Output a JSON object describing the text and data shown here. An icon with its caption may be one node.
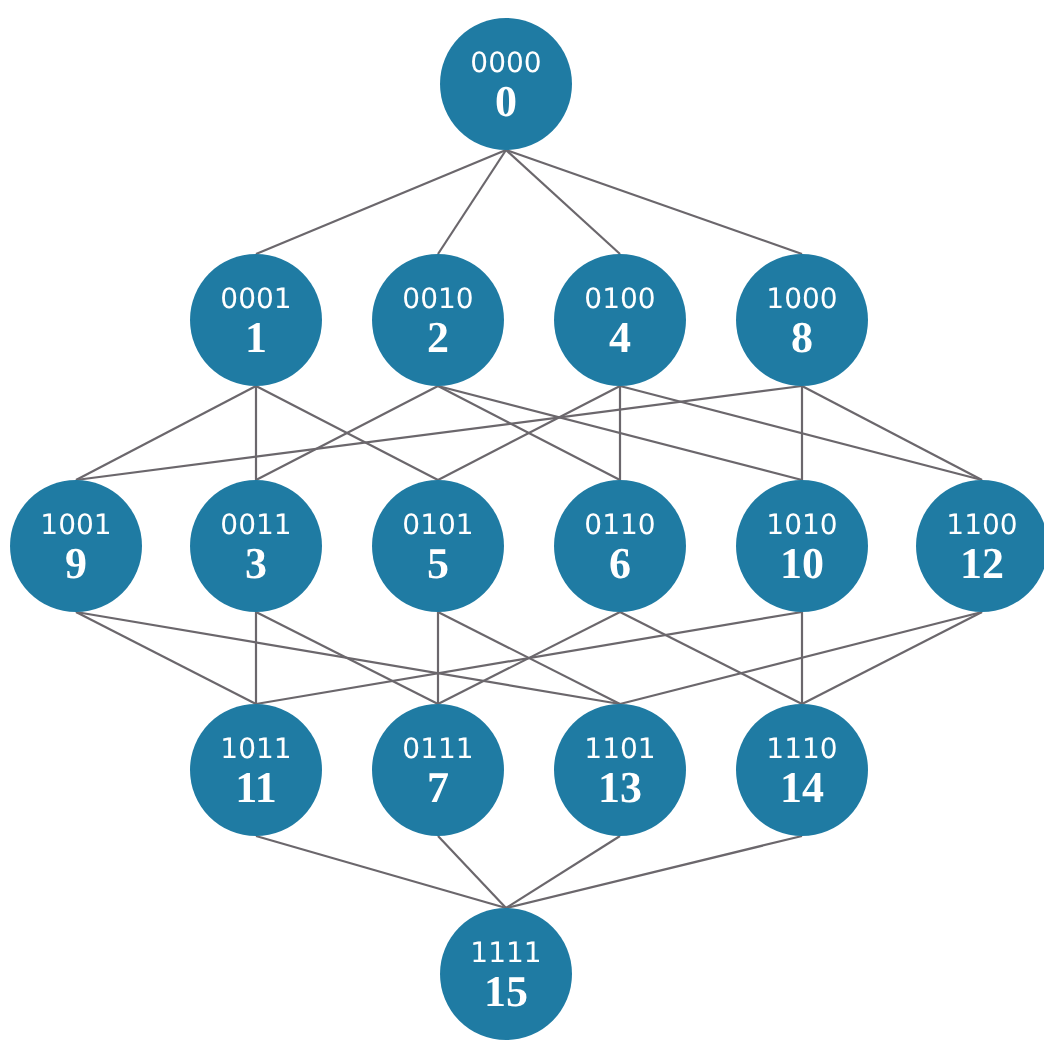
{
  "diagram": {
    "nodes": [
      {
        "text": [
          "0000",
          "0"
        ]
      },
      {
        "text": [
          "0001",
          "1"
        ]
      },
      {
        "text": [
          "0010",
          "2"
        ]
      },
      {
        "text": [
          "0100",
          "4"
        ]
      },
      {
        "text": [
          "1000",
          "8"
        ]
      },
      {
        "text": [
          "1001",
          "9"
        ]
      },
      {
        "text": [
          "0011",
          "3"
        ]
      },
      {
        "text": [
          "0101",
          "5"
        ]
      },
      {
        "text": [
          "0110",
          "6"
        ]
      },
      {
        "text": [
          "1010",
          "10"
        ]
      },
      {
        "text": [
          "1100",
          "12"
        ]
      },
      {
        "text": [
          "1011",
          "11"
        ]
      },
      {
        "text": [
          "0111",
          "7"
        ]
      },
      {
        "text": [
          "1101",
          "13"
        ]
      },
      {
        "text": [
          "1110",
          "14"
        ]
      },
      {
        "text": [
          "1111",
          "15"
        ]
      }
    ],
    "edges": [
      {
        "from": 0,
        "to": 1,
        "arrow": "none"
      },
      {
        "from": 0,
        "to": 2,
        "arrow": "none"
      },
      {
        "from": 0,
        "to": 3,
        "arrow": "none"
      },
      {
        "from": 0,
        "to": 4,
        "arrow": "none"
      },
      {
        "from": 1,
        "to": 5,
        "arrow": "none"
      },
      {
        "from": 1,
        "to": 6,
        "arrow": "none"
      },
      {
        "from": 1,
        "to": 7,
        "arrow": "none"
      },
      {
        "from": 2,
        "to": 6,
        "arrow": "none"
      },
      {
        "from": 2,
        "to": 8,
        "arrow": "none"
      },
      {
        "from": 2,
        "to": 9,
        "arrow": "none"
      },
      {
        "from": 3,
        "to": 7,
        "arrow": "none"
      },
      {
        "from": 3,
        "to": 8,
        "arrow": "none"
      },
      {
        "from": 3,
        "to": 10,
        "arrow": "none"
      },
      {
        "from": 4,
        "to": 5,
        "arrow": "none"
      },
      {
        "from": 4,
        "to": 9,
        "arrow": "none"
      },
      {
        "from": 4,
        "to": 10,
        "arrow": "none"
      },
      {
        "from": 5,
        "to": 11,
        "arrow": "none"
      },
      {
        "from": 5,
        "to": 13,
        "arrow": "none"
      },
      {
        "from": 6,
        "to": 11,
        "arrow": "none"
      },
      {
        "from": 6,
        "to": 12,
        "arrow": "none"
      },
      {
        "from": 7,
        "to": 12,
        "arrow": "none"
      },
      {
        "from": 7,
        "to": 13,
        "arrow": "none"
      },
      {
        "from": 8,
        "to": 12,
        "arrow": "none"
      },
      {
        "from": 8,
        "to": 14,
        "arrow": "none"
      },
      {
        "from": 9,
        "to": 11,
        "arrow": "none"
      },
      {
        "from": 9,
        "to": 14,
        "arrow": "none"
      },
      {
        "from": 10,
        "to": 13,
        "arrow": "none"
      },
      {
        "from": 10,
        "to": 14,
        "arrow": "none"
      },
      {
        "from": 11,
        "to": 15,
        "arrow": "none"
      },
      {
        "from": 12,
        "to": 15,
        "arrow": "none"
      },
      {
        "from": 13,
        "to": 15,
        "arrow": "none"
      },
      {
        "from": 14,
        "to": 15,
        "arrow": "none"
      }
    ]
  }
}
